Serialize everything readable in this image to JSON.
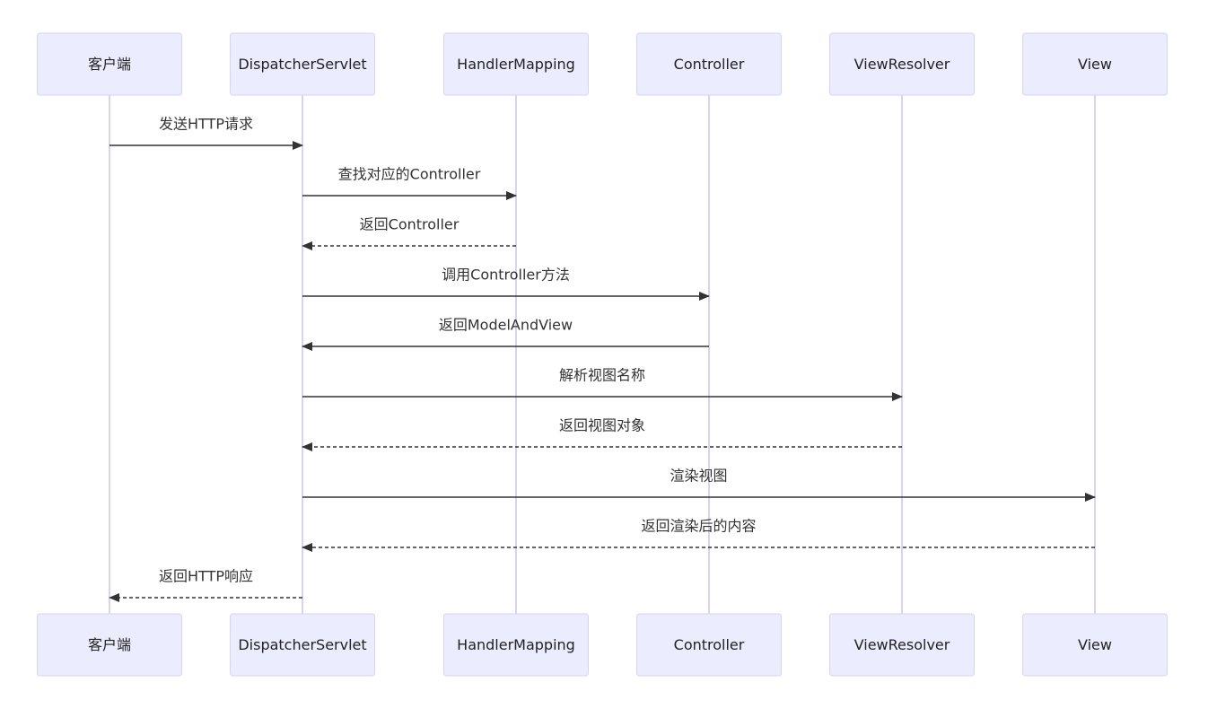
{
  "diagram": {
    "participants": [
      {
        "id": "client",
        "label": "客户端"
      },
      {
        "id": "dispatcher",
        "label": "DispatcherServlet"
      },
      {
        "id": "handler_mapping",
        "label": "HandlerMapping"
      },
      {
        "id": "controller",
        "label": "Controller"
      },
      {
        "id": "view_resolver",
        "label": "ViewResolver"
      },
      {
        "id": "view",
        "label": "View"
      }
    ],
    "messages": [
      {
        "from": "client",
        "to": "dispatcher",
        "label": "发送HTTP请求",
        "style": "solid"
      },
      {
        "from": "dispatcher",
        "to": "handler_mapping",
        "label": "查找对应的Controller",
        "style": "solid"
      },
      {
        "from": "handler_mapping",
        "to": "dispatcher",
        "label": "返回Controller",
        "style": "dashed"
      },
      {
        "from": "dispatcher",
        "to": "controller",
        "label": "调用Controller方法",
        "style": "solid"
      },
      {
        "from": "controller",
        "to": "dispatcher",
        "label": "返回ModelAndView",
        "style": "solid"
      },
      {
        "from": "dispatcher",
        "to": "view_resolver",
        "label": "解析视图名称",
        "style": "solid"
      },
      {
        "from": "view_resolver",
        "to": "dispatcher",
        "label": "返回视图对象",
        "style": "dashed"
      },
      {
        "from": "dispatcher",
        "to": "view",
        "label": "渲染视图",
        "style": "solid"
      },
      {
        "from": "view",
        "to": "dispatcher",
        "label": "返回渲染后的内容",
        "style": "dashed"
      },
      {
        "from": "dispatcher",
        "to": "client",
        "label": "返回HTTP响应",
        "style": "dashed"
      }
    ],
    "colors": {
      "actor_fill": "#ececff",
      "actor_border": "#d7d3f3",
      "lifeline": "#d7d3f3",
      "arrow": "#333333"
    }
  }
}
